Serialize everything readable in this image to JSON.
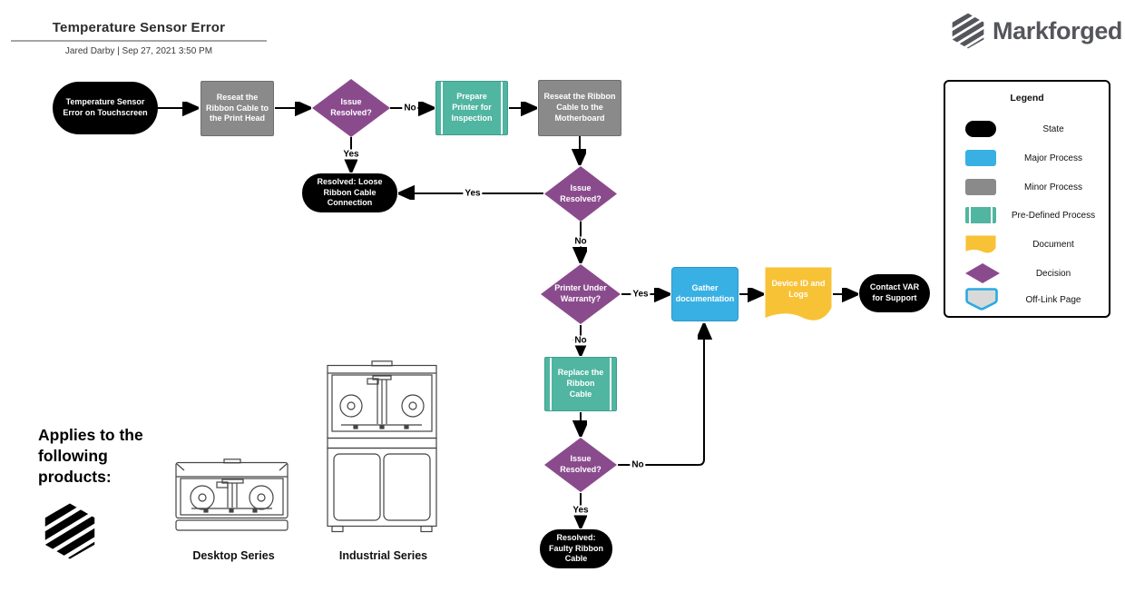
{
  "header": {
    "title": "Temperature Sensor Error",
    "byline": "Jared Darby  |  Sep 27, 2021 3:50 PM"
  },
  "brand": {
    "wordmark": "Markforged"
  },
  "flowchart": {
    "nodes": [
      {
        "id": "start",
        "type": "state",
        "label": "Temperature Sensor Error on Touchscreen"
      },
      {
        "id": "reseat-print-head",
        "type": "minor-process",
        "label": "Reseat the Ribbon Cable to the Print Head"
      },
      {
        "id": "issue-resolved-1",
        "type": "decision",
        "label": "Issue Resolved?"
      },
      {
        "id": "prepare-printer",
        "type": "pre-defined-process",
        "label": "Prepare Printer for Inspection"
      },
      {
        "id": "reseat-motherboard",
        "type": "minor-process",
        "label": "Reseat the Ribbon Cable to the Motherboard"
      },
      {
        "id": "resolved-loose",
        "type": "state",
        "label": "Resolved: Loose Ribbon Cable Connection"
      },
      {
        "id": "issue-resolved-2",
        "type": "decision",
        "label": "Issue Resolved?"
      },
      {
        "id": "printer-under-warranty",
        "type": "decision",
        "label": "Printer Under Warranty?"
      },
      {
        "id": "gather-documentation",
        "type": "major-process",
        "label": "Gather documentation"
      },
      {
        "id": "device-id-logs",
        "type": "document",
        "label": "Device ID and Logs"
      },
      {
        "id": "contact-var",
        "type": "state",
        "label": "Contact VAR for Support"
      },
      {
        "id": "replace-ribbon-cable",
        "type": "pre-defined-process",
        "label": "Replace the Ribbon Cable"
      },
      {
        "id": "issue-resolved-3",
        "type": "decision",
        "label": "Issue Resolved?"
      },
      {
        "id": "resolved-faulty",
        "type": "state",
        "label": "Resolved: Faulty Ribbon Cable"
      }
    ],
    "edges": [
      {
        "from": "start",
        "to": "reseat-print-head",
        "label": ""
      },
      {
        "from": "reseat-print-head",
        "to": "issue-resolved-1",
        "label": ""
      },
      {
        "from": "issue-resolved-1",
        "to": "prepare-printer",
        "label": "No"
      },
      {
        "from": "prepare-printer",
        "to": "reseat-motherboard",
        "label": ""
      },
      {
        "from": "issue-resolved-1",
        "to": "resolved-loose",
        "label": "Yes"
      },
      {
        "from": "reseat-motherboard",
        "to": "issue-resolved-2",
        "label": ""
      },
      {
        "from": "issue-resolved-2",
        "to": "resolved-loose",
        "label": "Yes"
      },
      {
        "from": "issue-resolved-2",
        "to": "printer-under-warranty",
        "label": "No"
      },
      {
        "from": "printer-under-warranty",
        "to": "gather-documentation",
        "label": "Yes"
      },
      {
        "from": "gather-documentation",
        "to": "device-id-logs",
        "label": ""
      },
      {
        "from": "device-id-logs",
        "to": "contact-var",
        "label": ""
      },
      {
        "from": "printer-under-warranty",
        "to": "replace-ribbon-cable",
        "label": "No"
      },
      {
        "from": "replace-ribbon-cable",
        "to": "issue-resolved-3",
        "label": ""
      },
      {
        "from": "issue-resolved-3",
        "to": "gather-documentation",
        "label": "No"
      },
      {
        "from": "issue-resolved-3",
        "to": "resolved-faulty",
        "label": "Yes"
      }
    ]
  },
  "legend": {
    "title": "Legend",
    "items": [
      {
        "label": "State",
        "color": "#000000"
      },
      {
        "label": "Major Process",
        "color": "#38b0e3"
      },
      {
        "label": "Minor Process",
        "color": "#8a8a8a"
      },
      {
        "label": "Pre-Defined Process",
        "color": "#50b5a1"
      },
      {
        "label": "Document",
        "color": "#f8c237"
      },
      {
        "label": "Decision",
        "color": "#8a4b8d"
      },
      {
        "label": "Off-Link Page",
        "color": "#29abe2"
      }
    ]
  },
  "applies_to": {
    "text": "Applies to the following products:"
  },
  "products": [
    {
      "name": "Desktop Series"
    },
    {
      "name": "Industrial Series"
    }
  ],
  "colors": {
    "state": "#000000",
    "major_process": "#38b0e3",
    "minor_process": "#8a8a8a",
    "pre_defined_process": "#50b5a1",
    "document": "#f8c237",
    "decision": "#8a4b8d",
    "off_link_border": "#29abe2",
    "off_link_fill": "#d9d9d9",
    "connector": "#000000"
  }
}
